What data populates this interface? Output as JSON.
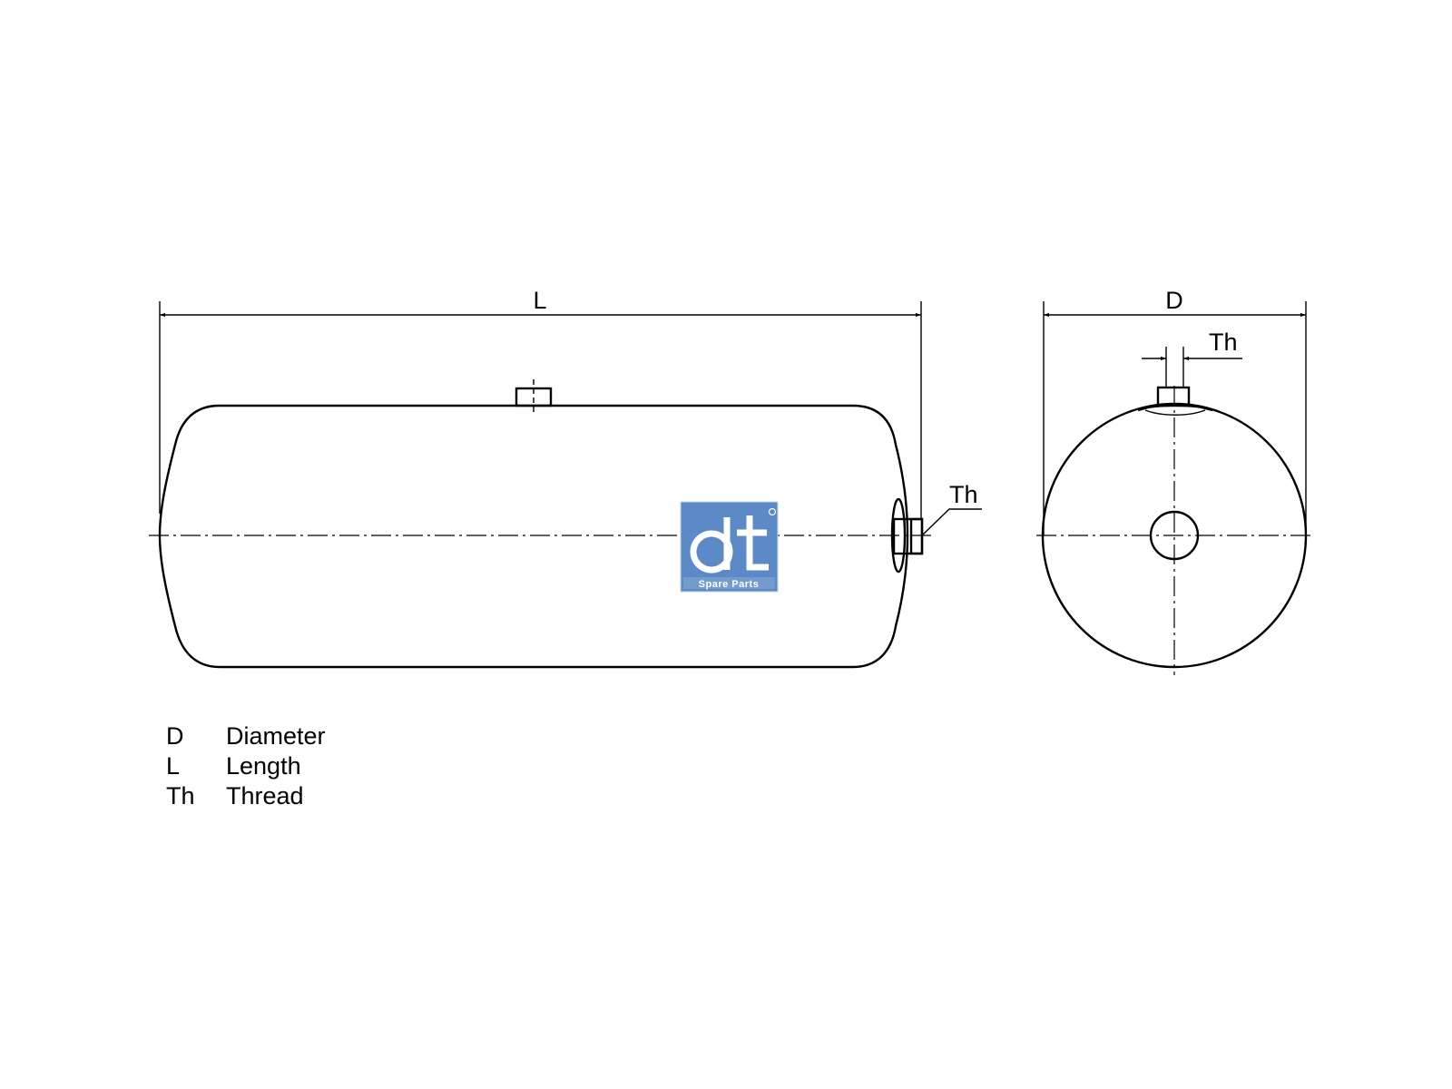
{
  "labels": {
    "length": "L",
    "diameter": "D",
    "thread_side": "Th",
    "thread_end": "Th"
  },
  "logo": {
    "text": "Spare Parts",
    "color": "#5b8ac6"
  },
  "legend": [
    {
      "symbol": "D",
      "meaning": "Diameter"
    },
    {
      "symbol": "L",
      "meaning": "Length"
    },
    {
      "symbol": "Th",
      "meaning": "Thread"
    }
  ]
}
